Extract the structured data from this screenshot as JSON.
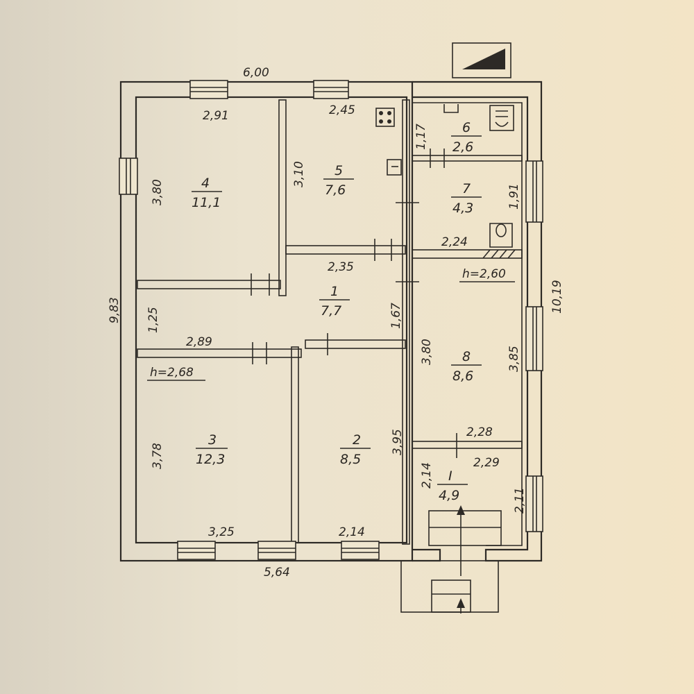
{
  "plan": {
    "overall": {
      "top": "6,00",
      "left": "9,83",
      "bottom": "5,64",
      "right": "10,19"
    },
    "heights": {
      "main": "h=2,68",
      "annex": "h=2,60"
    },
    "rooms": [
      {
        "id": "r4",
        "num": "4",
        "area": "11,1",
        "dims": [
          "2,91",
          "3,80"
        ]
      },
      {
        "id": "r5",
        "num": "5",
        "area": "7,6",
        "dims": [
          "2,45",
          "3,10"
        ]
      },
      {
        "id": "r1",
        "num": "1",
        "area": "7,7",
        "dims": [
          "2,35",
          "1,25",
          "2,89",
          "1,67"
        ]
      },
      {
        "id": "r3",
        "num": "3",
        "area": "12,3",
        "dims": [
          "3,78",
          "3,25"
        ]
      },
      {
        "id": "r2",
        "num": "2",
        "area": "8,5",
        "dims": [
          "3,95",
          "2,14"
        ]
      },
      {
        "id": "r6",
        "num": "6",
        "area": "2,6",
        "dims": [
          "1,17"
        ]
      },
      {
        "id": "r7",
        "num": "7",
        "area": "4,3",
        "dims": [
          "1,91",
          "2,24"
        ]
      },
      {
        "id": "r8",
        "num": "8",
        "area": "8,6",
        "dims": [
          "3,80",
          "3,85",
          "2,28"
        ]
      },
      {
        "id": "rI",
        "num": "I",
        "area": "4,9",
        "dims": [
          "2,29",
          "2,14",
          "2,11"
        ]
      }
    ]
  }
}
